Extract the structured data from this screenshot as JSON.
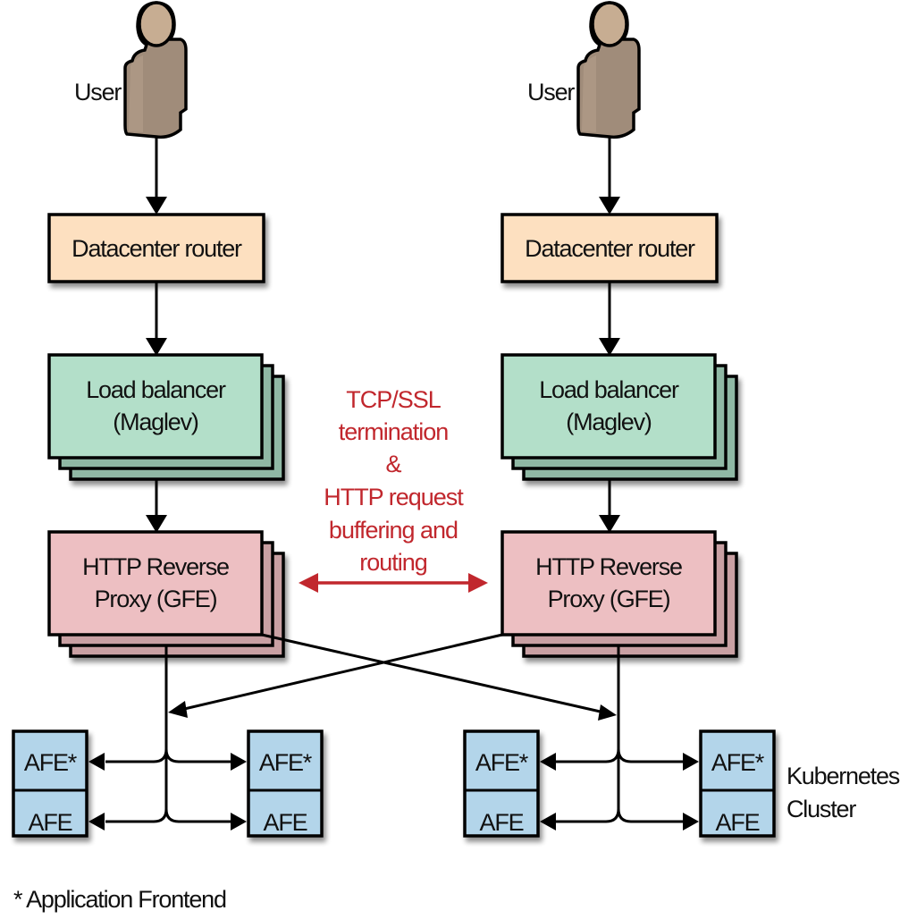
{
  "colors": {
    "router_fill": "#fde0c0",
    "lb_fill": "#b3dfc9",
    "lb_back_fill": "#8fb8a4",
    "proxy_fill": "#edbfc2",
    "proxy_back_fill": "#c9a0a3",
    "afe_fill": "#b3d5ea",
    "user_body": "#a08c7a",
    "user_head": "#c7ad92",
    "annotation_red": "#c1272d",
    "line": "#000000"
  },
  "columns": [
    {
      "user_label": "User",
      "router_label": "Datacenter router",
      "lb_label_line1": "Load balancer",
      "lb_label_line2": "(Maglev)",
      "proxy_label_line1": "HTTP Reverse",
      "proxy_label_line2": "Proxy (GFE)",
      "afe_groups": [
        {
          "top": "AFE*",
          "bottom": "AFE"
        },
        {
          "top": "AFE*",
          "bottom": "AFE"
        }
      ]
    },
    {
      "user_label": "User",
      "router_label": "Datacenter router",
      "lb_label_line1": "Load balancer",
      "lb_label_line2": "(Maglev)",
      "proxy_label_line1": "HTTP Reverse",
      "proxy_label_line2": "Proxy (GFE)",
      "afe_groups": [
        {
          "top": "AFE*",
          "bottom": "AFE"
        },
        {
          "top": "AFE*",
          "bottom": "AFE"
        }
      ]
    }
  ],
  "annotation": {
    "lines": [
      "TCP/SSL",
      "termination",
      "&",
      "HTTP request",
      "buffering and",
      "routing"
    ]
  },
  "cluster_label": {
    "line1": "Kubernetes",
    "line2": "Cluster"
  },
  "footnote": "* Application Frontend"
}
